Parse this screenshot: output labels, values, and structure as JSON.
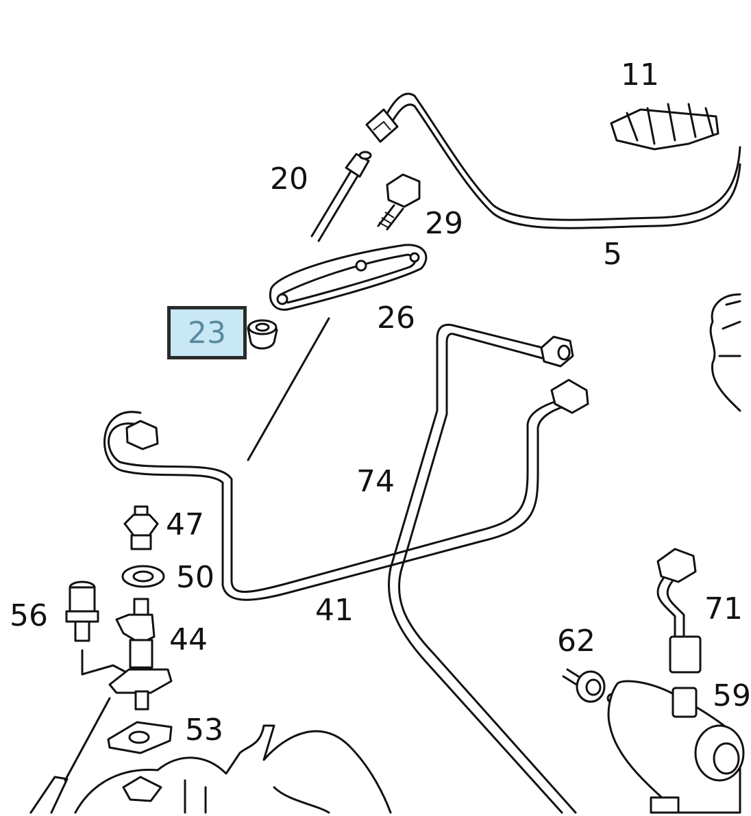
{
  "diagram": {
    "highlighted_part": "23",
    "highlight_color": "#c9e8f5",
    "callouts": [
      "11",
      "20",
      "29",
      "5",
      "26",
      "23",
      "74",
      "47",
      "50",
      "56",
      "41",
      "44",
      "62",
      "71",
      "59",
      "53"
    ]
  }
}
